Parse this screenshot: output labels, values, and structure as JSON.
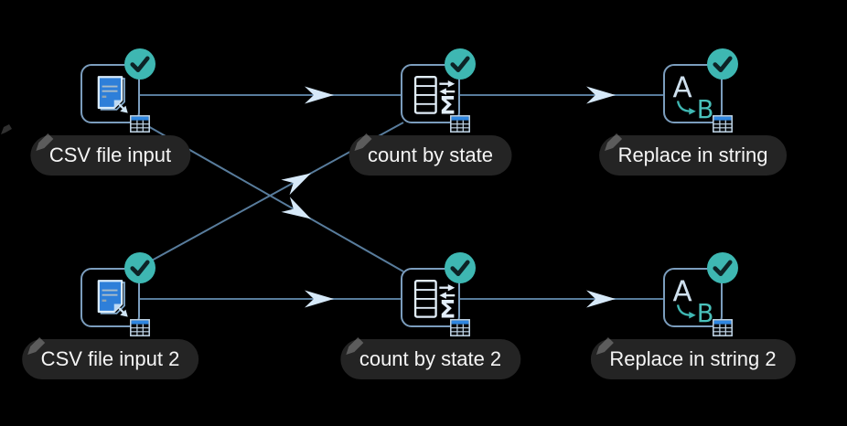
{
  "app": {
    "name": "pipeline-canvas"
  },
  "colors": {
    "background": "#000000",
    "hop_line": "#587c9c",
    "node_border": "#7b9dbd",
    "arrow_fill": "#d6e9f9",
    "check_badge": "#3eb7b2",
    "check_mark": "#0d2326",
    "document_blue": "#2e7fd9",
    "grid_header_blue": "#2e86e0",
    "icon_light": "#e2eef9",
    "teal_accent": "#45bfb9",
    "label_bg": "#242424",
    "label_text": "#f5f5f5"
  },
  "transforms": [
    {
      "label": "CSV file input",
      "type": "csv-file-input",
      "status": "success"
    },
    {
      "label": "count by state",
      "type": "memory-group-by",
      "status": "success"
    },
    {
      "label": "Replace in string",
      "type": "replace-in-string",
      "status": "success"
    },
    {
      "label": "CSV file input 2",
      "type": "csv-file-input",
      "status": "success"
    },
    {
      "label": "count by state 2",
      "type": "memory-group-by",
      "status": "success"
    },
    {
      "label": "Replace in string 2",
      "type": "replace-in-string",
      "status": "success"
    }
  ],
  "connections": [
    {
      "from": "CSV file input",
      "to": "count by state"
    },
    {
      "from": "CSV file input",
      "to": "count by state 2"
    },
    {
      "from": "CSV file input 2",
      "to": "count by state"
    },
    {
      "from": "CSV file input 2",
      "to": "count by state 2"
    },
    {
      "from": "count by state",
      "to": "Replace in string"
    },
    {
      "from": "count by state 2",
      "to": "Replace in string 2"
    }
  ]
}
